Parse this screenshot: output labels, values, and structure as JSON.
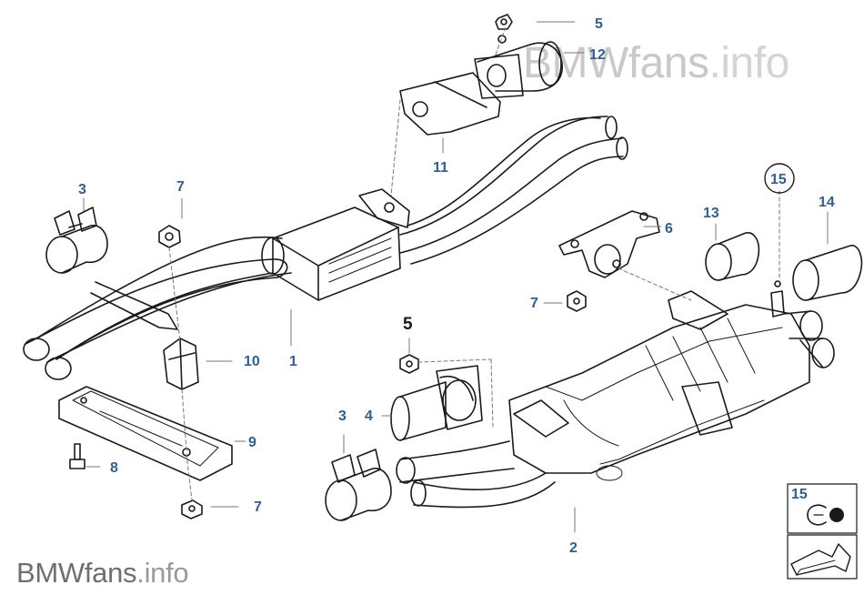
{
  "watermark": {
    "top_brand": "BMWfans",
    "top_suffix": ".info",
    "bottom_brand": "BMWfans",
    "bottom_suffix": ".info"
  },
  "colors": {
    "callout": "#2e5f9a",
    "callout_dark": "#1a1a1a",
    "line": "#1a1a1a",
    "leader": "#777777"
  },
  "callouts": {
    "c1": "1",
    "c2": "2",
    "c3a": "3",
    "c3b": "3",
    "c4": "4",
    "c5a": "5",
    "c5b": "5",
    "c6": "6",
    "c7a": "7",
    "c7b": "7",
    "c7c": "7",
    "c8": "8",
    "c9": "9",
    "c10": "10",
    "c11": "11",
    "c12": "12",
    "c13": "13",
    "c14": "14",
    "c15a": "15",
    "c15b": "15"
  },
  "icons": [
    "clip-icon",
    "arrow-icon"
  ]
}
